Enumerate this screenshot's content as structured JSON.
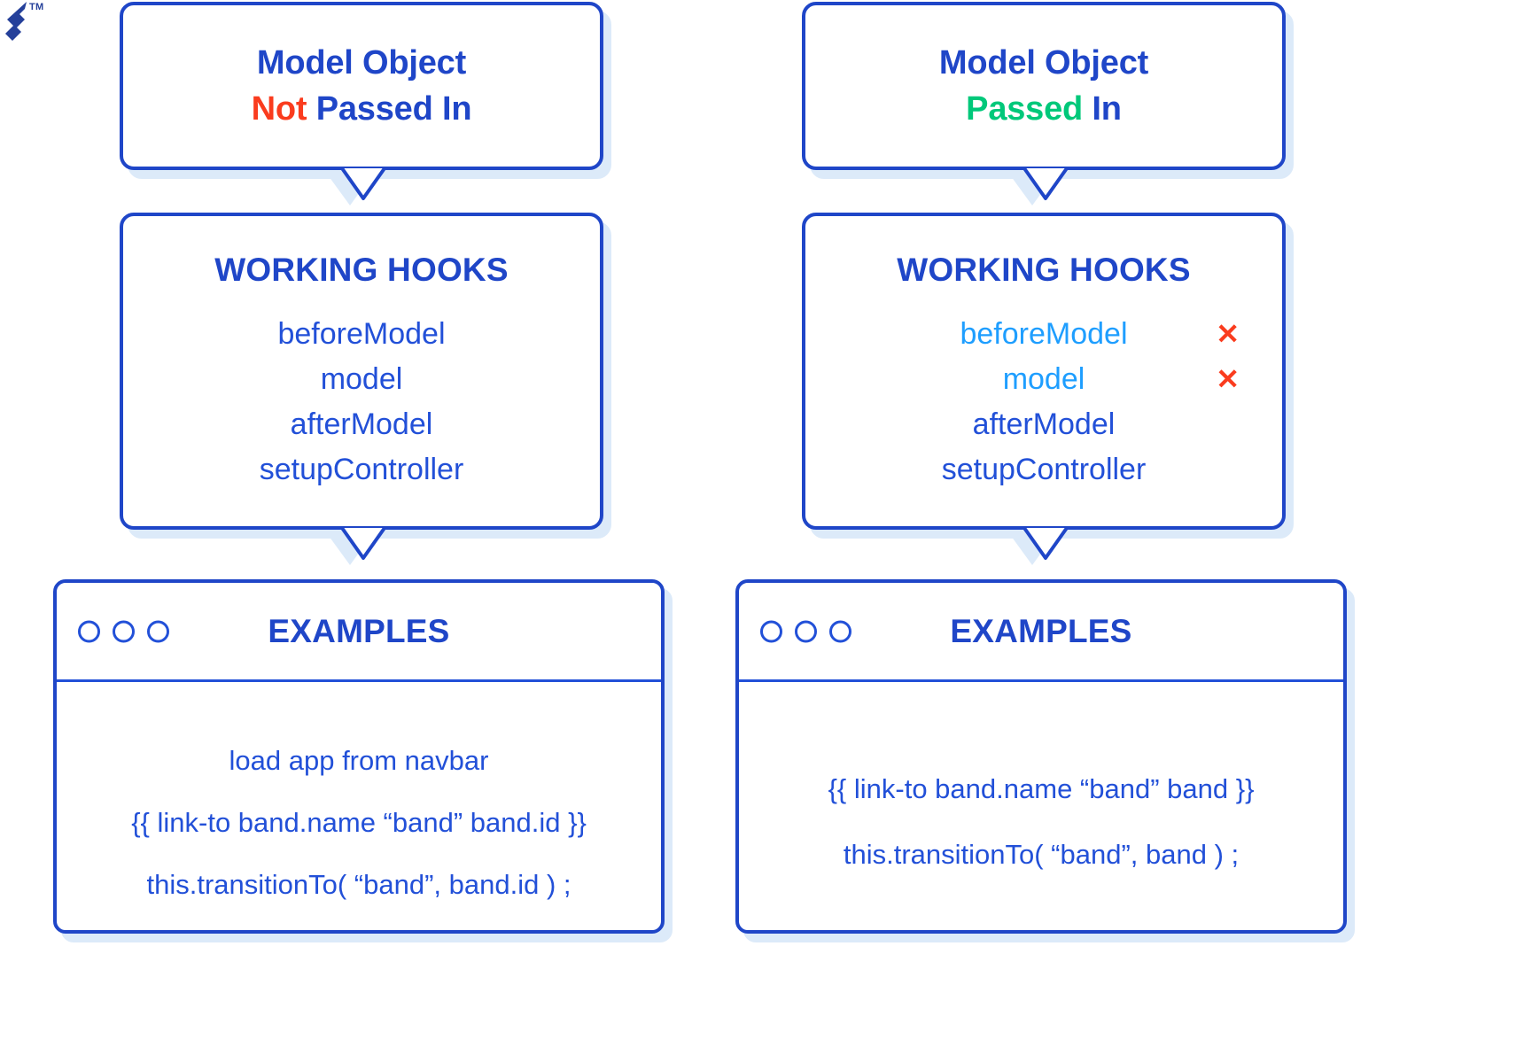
{
  "brand": {
    "tm": "TM",
    "logo_name": "ember-logo"
  },
  "theme": {
    "primary_blue": "#1f46c8",
    "text_blue": "#2250d8",
    "light_blue": "#1e9eff",
    "red": "#fa3c1e",
    "green": "#00c87a",
    "shadow": "#dceaf9"
  },
  "columns": [
    {
      "id": "model-not-passed-in",
      "heading": {
        "line1": "Model Object",
        "line2_pre": "Not",
        "line2_post": " Passed In",
        "highlight_color": "#fa3c1e"
      },
      "hooks": {
        "title": "WORKING HOOKS",
        "items": [
          {
            "label": "beforeModel",
            "dim": false,
            "mark": ""
          },
          {
            "label": "model",
            "dim": false,
            "mark": ""
          },
          {
            "label": "afterModel",
            "dim": false,
            "mark": ""
          },
          {
            "label": "setupController",
            "dim": false,
            "mark": ""
          }
        ]
      },
      "examples": {
        "title": "EXAMPLES",
        "dots": [
          "close-dot",
          "minimize-dot",
          "maximize-dot"
        ],
        "lines": [
          "load app from navbar",
          "{{ link-to band.name “band” band.id }}",
          "this.transitionTo( “band”, band.id ) ;"
        ]
      }
    },
    {
      "id": "model-passed-in",
      "heading": {
        "line1": "Model Object",
        "line2_pre": "Passed",
        "line2_post": " In",
        "highlight_color": "#00c87a"
      },
      "hooks": {
        "title": "WORKING HOOKS",
        "items": [
          {
            "label": "beforeModel",
            "dim": true,
            "mark": "✕"
          },
          {
            "label": "model",
            "dim": true,
            "mark": "✕"
          },
          {
            "label": "afterModel",
            "dim": false,
            "mark": ""
          },
          {
            "label": "setupController",
            "dim": false,
            "mark": ""
          }
        ]
      },
      "examples": {
        "title": "EXAMPLES",
        "dots": [
          "close-dot",
          "minimize-dot",
          "maximize-dot"
        ],
        "lines": [
          "{{ link-to band.name “band” band }}",
          "this.transitionTo( “band”, band ) ;"
        ]
      }
    }
  ]
}
